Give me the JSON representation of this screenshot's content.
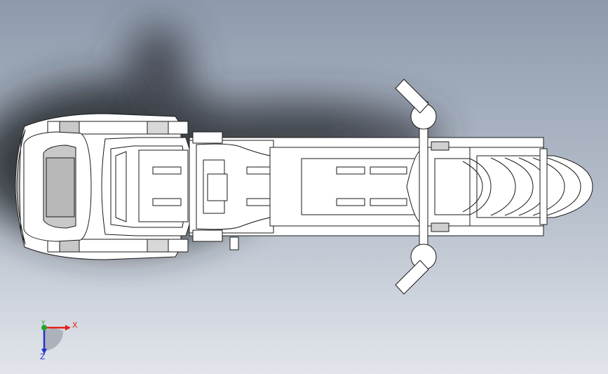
{
  "viewport": {
    "background": {
      "top": "#8f9bad",
      "bottom": "#dfe3ea",
      "shadow": "#2a2d33"
    },
    "model": {
      "fill": "#ffffff",
      "stroke": "#1a1a1a",
      "shade": "#c8c8c8"
    }
  },
  "triad": {
    "x_label": "X",
    "y_label": "Y",
    "z_label": "Z",
    "colors": {
      "x": "#e0221c",
      "y": "#23a52b",
      "z": "#2233d0"
    }
  }
}
